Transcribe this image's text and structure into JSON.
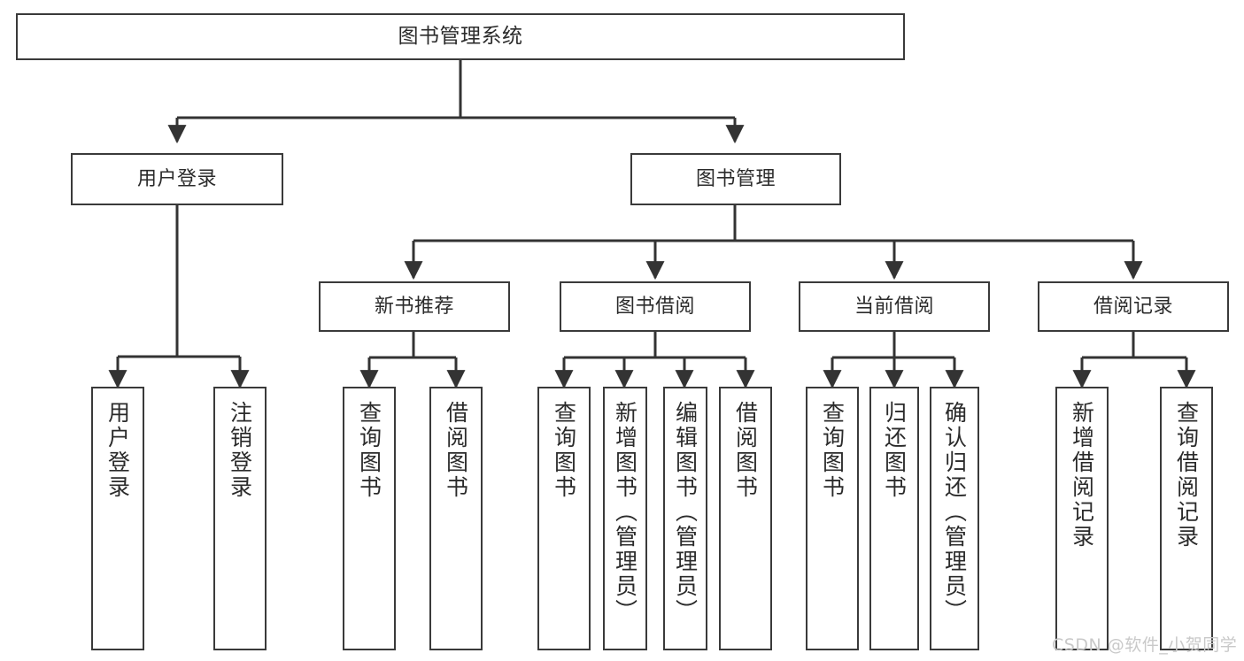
{
  "diagram": {
    "type": "tree",
    "title": "图书管理系统",
    "colors": {
      "box_border": "#3a3a3a",
      "box_fill": "#ffffff",
      "line": "#333333",
      "text": "#2b2b2b",
      "watermark": "#c9c9c9",
      "background": "#ffffff"
    },
    "root": {
      "label": "图书管理系统"
    },
    "level2": [
      {
        "id": "user-login",
        "label": "用户登录"
      },
      {
        "id": "book-manage",
        "label": "图书管理"
      }
    ],
    "level3": [
      {
        "id": "new-book-recommend",
        "label": "新书推荐"
      },
      {
        "id": "book-borrow",
        "label": "图书借阅"
      },
      {
        "id": "current-borrow",
        "label": "当前借阅"
      },
      {
        "id": "borrow-record",
        "label": "借阅记录"
      }
    ],
    "leaves": [
      {
        "id": "leaf-user-login",
        "label": "用户登录",
        "parent": "user-login"
      },
      {
        "id": "leaf-logout-login",
        "label": "注销登录",
        "parent": "user-login"
      },
      {
        "id": "leaf-query-book-1",
        "label": "查询图书",
        "parent": "new-book-recommend"
      },
      {
        "id": "leaf-borrow-book-1",
        "label": "借阅图书",
        "parent": "new-book-recommend"
      },
      {
        "id": "leaf-query-book-2",
        "label": "查询图书",
        "parent": "book-borrow"
      },
      {
        "id": "leaf-add-book",
        "label": "新增图书（管理员）",
        "parent": "book-borrow"
      },
      {
        "id": "leaf-edit-book",
        "label": "编辑图书（管理员）",
        "parent": "book-borrow"
      },
      {
        "id": "leaf-borrow-book-2",
        "label": "借阅图书",
        "parent": "book-borrow"
      },
      {
        "id": "leaf-query-book-3",
        "label": "查询图书",
        "parent": "current-borrow"
      },
      {
        "id": "leaf-return-book",
        "label": "归还图书",
        "parent": "current-borrow"
      },
      {
        "id": "leaf-confirm-return",
        "label": "确认归还（管理员）",
        "parent": "current-borrow"
      },
      {
        "id": "leaf-add-record",
        "label": "新增借阅记录",
        "parent": "borrow-record"
      },
      {
        "id": "leaf-query-record",
        "label": "查询借阅记录",
        "parent": "borrow-record"
      }
    ]
  },
  "watermark": {
    "text": "CSDN @软件_小贺同学"
  }
}
